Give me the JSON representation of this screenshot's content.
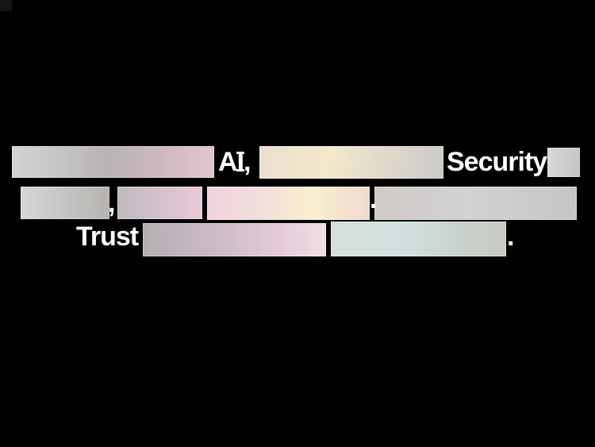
{
  "canvas": {
    "background": "#000000",
    "text_color": "#ffffff"
  },
  "sentence": {
    "line1": {
      "ai_a": "A",
      "ai_i": "I",
      "ai_comma": ",",
      "security": "Security"
    },
    "line2": {
      "comma": ",",
      "period": "."
    },
    "line3": {
      "trust": "Trust",
      "period": "."
    }
  },
  "redactions": [
    {
      "id": "line1-block-1",
      "style": "background:linear-gradient(90deg,#d4d4d4 0%,#b8b3b3 48%,#d5bac3 82%,#dfc6cd 100%)"
    },
    {
      "id": "line1-block-2",
      "style": "background:linear-gradient(100deg,#eadfd0 0%,#f3e8c8 38%,#ddd6cb 72%,#cbcac8 100%)"
    },
    {
      "id": "line1-block-3",
      "style": "background:linear-gradient(100deg,#dadada 0%,#c3c3c3 100%)"
    },
    {
      "id": "line2-block-1",
      "style": "background:linear-gradient(90deg,#d6d6d6 0%,#b6b3b0 100%)"
    },
    {
      "id": "line2-block-2",
      "style": "background:linear-gradient(90deg,#bfb8be 0%,#e8cad8 100%)"
    },
    {
      "id": "line2-block-3",
      "style": "background:linear-gradient(90deg,#eed3dc 0%,#f3dedb 35%,#f9efcc 65%,#eedad0 100%)"
    },
    {
      "id": "line2-block-4",
      "style": "background:linear-gradient(90deg,#cfcac7 0%,#d2d2d2 45%,#c6c6c6 100%)"
    },
    {
      "id": "line3-block-1",
      "style": "background:linear-gradient(90deg,#b4aeb2 0%,#cdbbc8 40%,#e5cbd9 75%,#efdee4 100%)"
    },
    {
      "id": "line3-block-2",
      "style": "background:linear-gradient(90deg,#d8dedc 0%,#cfe2df 40%,#c8cfc9 80%,#c9cbc5 100%)"
    }
  ]
}
